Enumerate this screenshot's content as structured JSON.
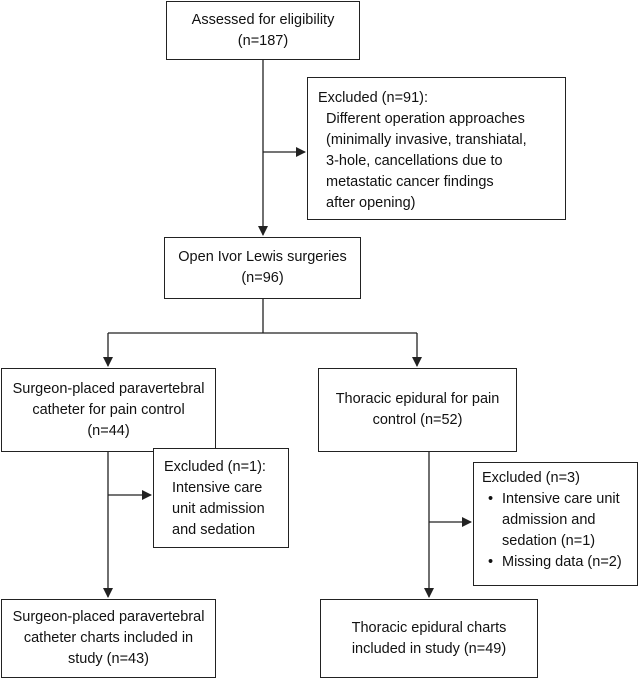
{
  "boxes": {
    "assessed": {
      "lines": [
        "Assessed for eligibility",
        "(n=187)"
      ]
    },
    "excluded_main": {
      "title": "Excluded (n=91):",
      "lines": [
        "Different operation approaches",
        "(minimally invasive, transhiatal,",
        "3-hole, cancellations due to",
        "metastatic cancer findings",
        "after opening)"
      ]
    },
    "open_ivor": {
      "lines": [
        "Open Ivor Lewis surgeries",
        "(n=96)"
      ]
    },
    "paravertebral": {
      "lines": [
        "Surgeon-placed paravertebral",
        "catheter for pain control",
        "(n=44)"
      ]
    },
    "epidural": {
      "lines": [
        "Thoracic epidural for pain",
        "control (n=52)"
      ]
    },
    "excluded_para": {
      "lines": [
        "Excluded (n=1):",
        "Intensive care",
        "unit admission",
        "and sedation"
      ]
    },
    "excluded_epi": {
      "title": "Excluded (n=3)",
      "bullets": [
        [
          "Intensive care unit",
          "admission and",
          "sedation (n=1)"
        ],
        [
          "Missing data (n=2)"
        ]
      ]
    },
    "para_included": {
      "lines": [
        "Surgeon-placed paravertebral",
        "catheter charts included in",
        "study (n=43)"
      ]
    },
    "epi_included": {
      "lines": [
        "Thoracic epidural charts",
        "included in study (n=49)"
      ]
    }
  }
}
